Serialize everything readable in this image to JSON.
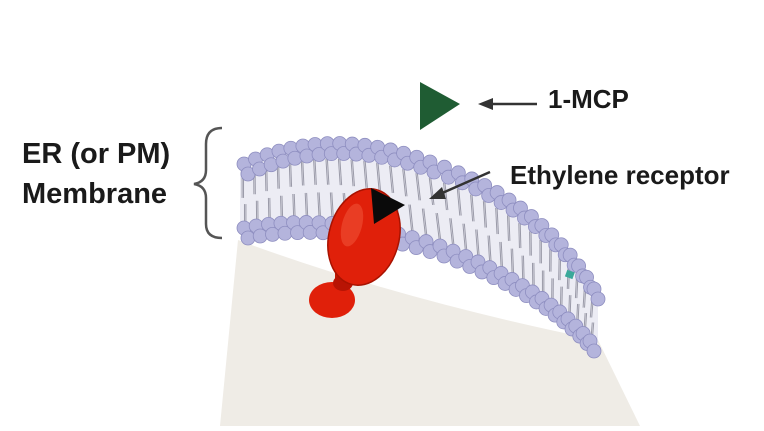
{
  "labels": {
    "mcp": "1-MCP",
    "receptor": "Ethylene receptor",
    "membrane_line1": "ER (or PM)",
    "membrane_line2": "Membrane"
  },
  "colors": {
    "background": "#ffffff",
    "text": "#1a1a1a",
    "lipid_head": "#b4b4dc",
    "lipid_head_edge": "#8e8ec0",
    "lipid_tail": "#9a9aa8",
    "membrane_fill": "#ececf4",
    "cytoplasm_shadow": "#efece6",
    "receptor": "#e0200a",
    "receptor_dark": "#a81200",
    "mcp_triangle": "#1f5c33",
    "ethylene_triangle": "#0a0a0a",
    "arrow": "#333333",
    "brace": "#555555",
    "teal_marker": "#3aa89a"
  },
  "icons": {
    "mcp": "green-triangle-icon",
    "bound_ethylene": "black-triangle-icon",
    "receptor": "receptor-protein-icon"
  }
}
